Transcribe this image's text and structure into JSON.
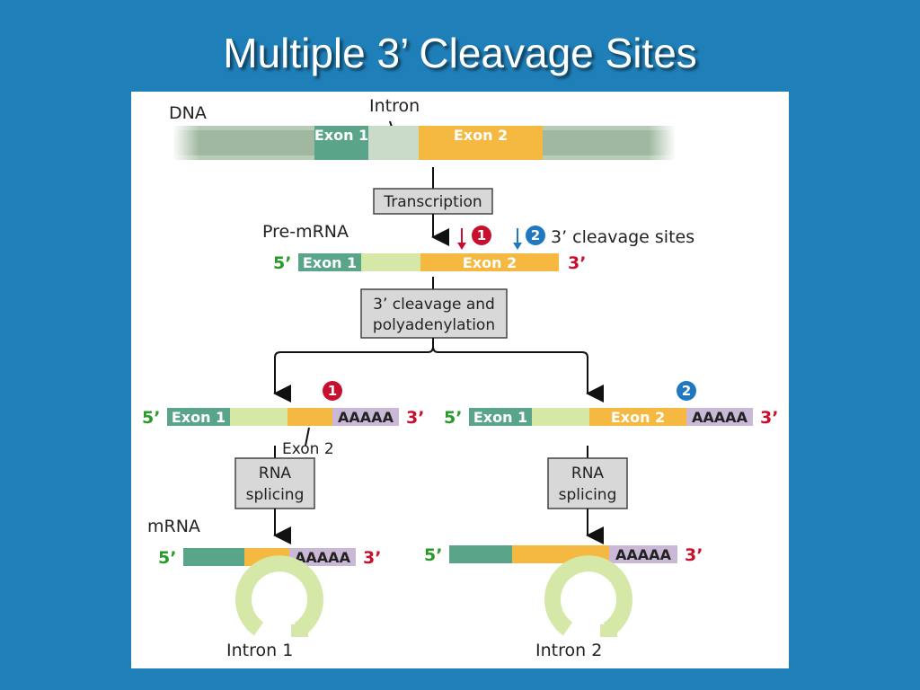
{
  "title": "Multiple 3’ Cleavage Sites",
  "labels": {
    "dna": "DNA",
    "intron": "Intron",
    "exon1": "Exon 1",
    "exon2": "Exon 2",
    "pre_mrna": "Pre-mRNA",
    "cleavage_sites": "3’ cleavage sites",
    "mrna": "mRNA",
    "intron1": "Intron 1",
    "intron2": "Intron 2",
    "five_prime": "5’",
    "three_prime": "3’",
    "poly_a": "AAAAA",
    "site1": "1",
    "site2": "2"
  },
  "steps": {
    "transcription": "Transcription",
    "cleavage_line1": "3’ cleavage and",
    "cleavage_line2": "polyadenylation",
    "splicing_line1": "RNA",
    "splicing_line2": "splicing"
  },
  "colors": {
    "exon1": "#5aa58a",
    "exon2": "#f5b941",
    "intron": "#d6e8a8",
    "dna_flank": "#9fb89f",
    "poly_a": "#c9b8d6",
    "site1": "#c8102e",
    "site2": "#1f78c0"
  }
}
